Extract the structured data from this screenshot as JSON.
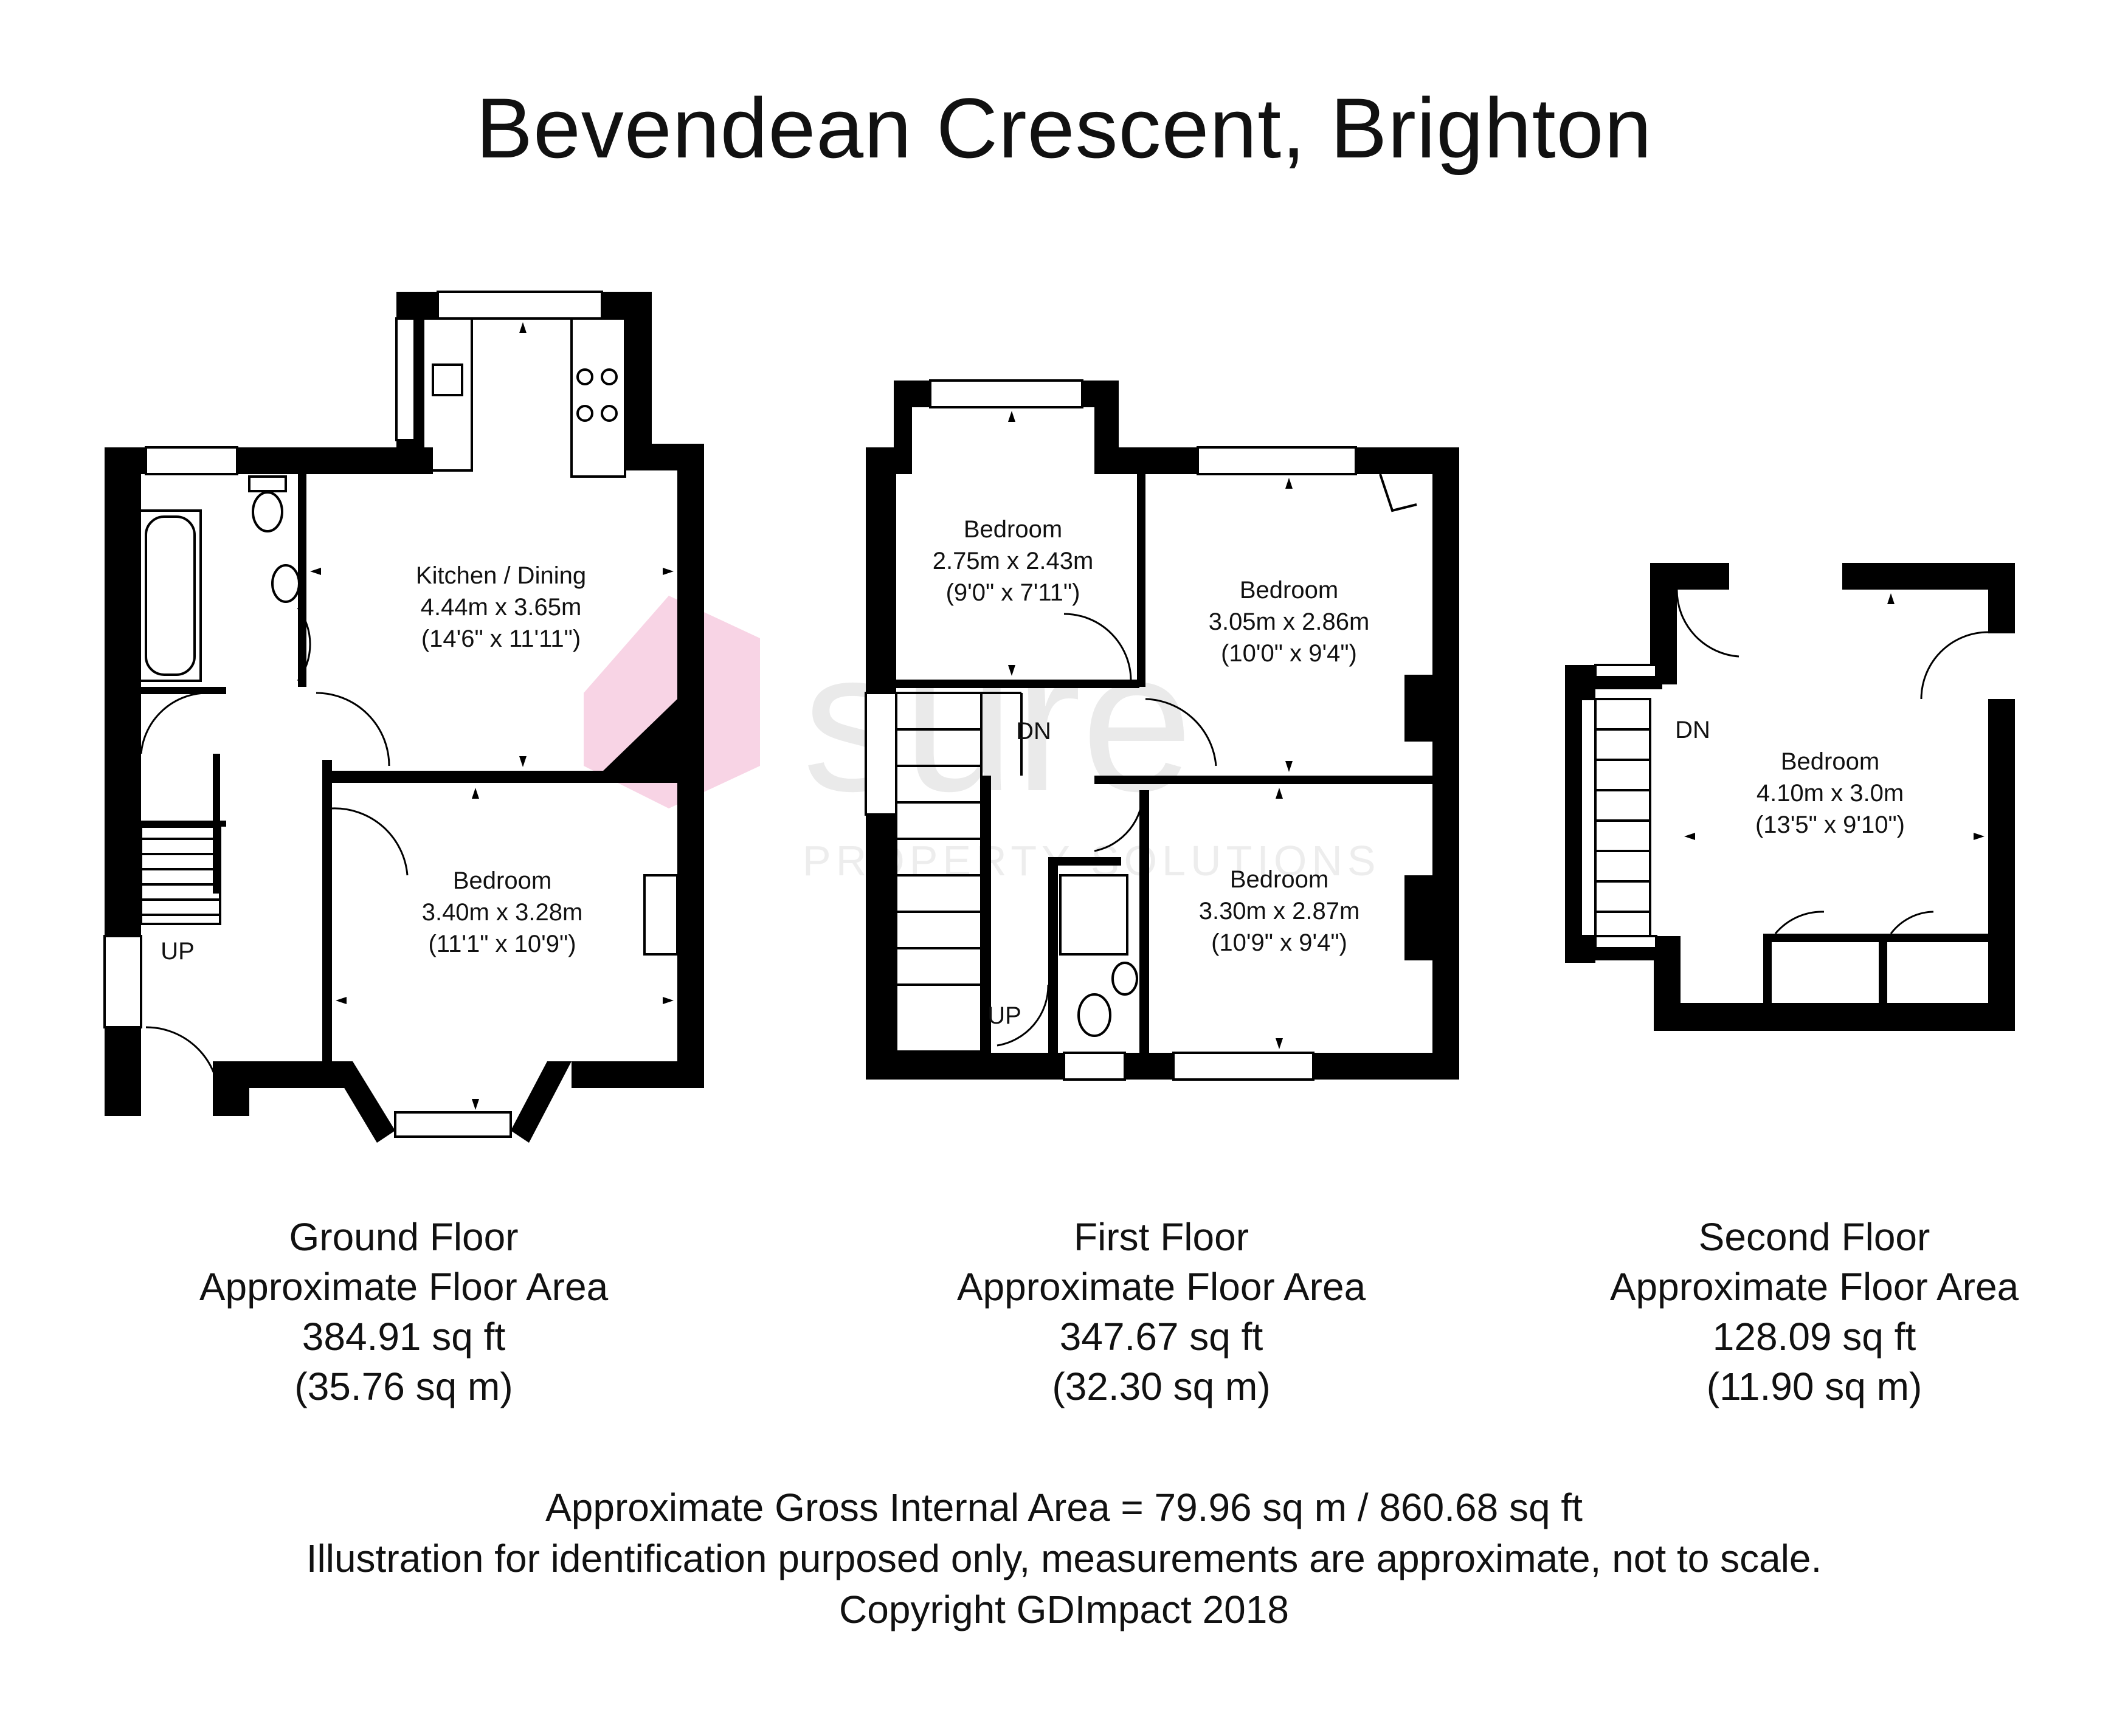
{
  "title": "Bevendean Crescent, Brighton",
  "watermark": {
    "text": "sure",
    "subtext": "PROPERTY SOLUTIONS",
    "accent_color": "#f5c6dd",
    "text_color": "#e6e6e6"
  },
  "floors": [
    {
      "name": "Ground Floor",
      "area_label": "Approximate Floor Area",
      "area_sqft": "384.91 sq ft",
      "area_sqm": "(35.76 sq m)",
      "rooms": [
        {
          "name": "Kitchen / Dining",
          "metric": "4.44m x 3.65m",
          "imperial": "(14'6\" x 11'11\")"
        },
        {
          "name": "Bedroom",
          "metric": "3.40m x 3.28m",
          "imperial": "(11'1\" x 10'9\")"
        }
      ],
      "stairs_label": "UP"
    },
    {
      "name": "First Floor",
      "area_label": "Approximate Floor Area",
      "area_sqft": "347.67 sq ft",
      "area_sqm": "(32.30 sq m)",
      "rooms": [
        {
          "name": "Bedroom",
          "metric": "2.75m x 2.43m",
          "imperial": "(9'0\" x 7'11\")"
        },
        {
          "name": "Bedroom",
          "metric": "3.05m x 2.86m",
          "imperial": "(10'0\" x 9'4\")"
        },
        {
          "name": "Bedroom",
          "metric": "3.30m x 2.87m",
          "imperial": "(10'9\" x 9'4\")"
        }
      ],
      "stairs_labels": [
        "DN",
        "UP"
      ]
    },
    {
      "name": "Second Floor",
      "area_label": "Approximate Floor Area",
      "area_sqft": "128.09 sq ft",
      "area_sqm": "(11.90 sq m)",
      "rooms": [
        {
          "name": "Bedroom",
          "metric": "4.10m x 3.0m",
          "imperial": "(13'5\" x 9'10\")"
        }
      ],
      "stairs_label": "DN"
    }
  ],
  "footer": {
    "gross_area": "Approximate Gross Internal Area = 79.96 sq m / 860.68 sq ft",
    "disclaimer": "Illustration for identification purposed only, measurements are approximate, not to scale.",
    "copyright": "Copyright GDImpact 2018"
  }
}
